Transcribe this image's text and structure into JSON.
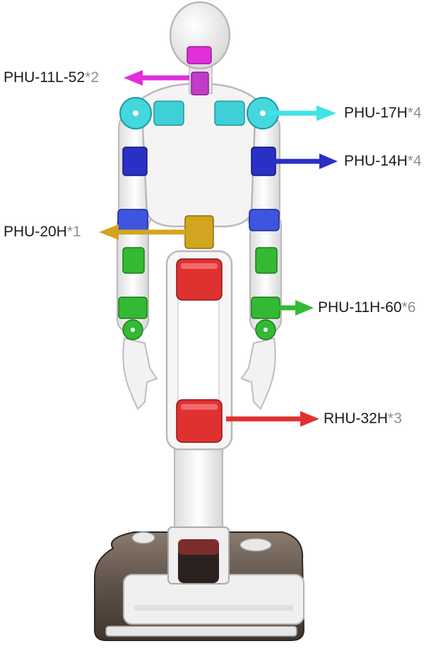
{
  "callouts": [
    {
      "id": "neck",
      "model": "PHU-11L-52",
      "qty": "*2",
      "color": "#e22fd9"
    },
    {
      "id": "shoulder",
      "model": "PHU-17H",
      "qty": "*4",
      "color": "#3fe3e8"
    },
    {
      "id": "upperarm",
      "model": "PHU-14H",
      "qty": "*4",
      "color": "#2a2fc7"
    },
    {
      "id": "waist",
      "model": "PHU-20H",
      "qty": "*1",
      "color": "#d2a51e"
    },
    {
      "id": "forearm",
      "model": "PHU-11H-60",
      "qty": "*6",
      "color": "#34b934"
    },
    {
      "id": "leg",
      "model": "RHU-32H",
      "qty": "*3",
      "color": "#e03131"
    }
  ],
  "colors": {
    "body": "#f4f4f4",
    "outline": "#b9b9b9",
    "base": "#5e5148"
  }
}
